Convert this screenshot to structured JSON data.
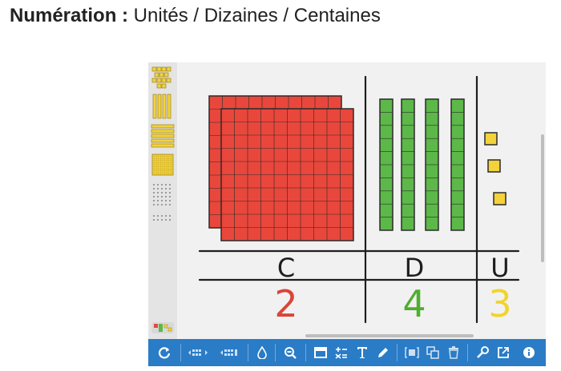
{
  "header": {
    "title_bold": "Numération :",
    "title_rest": " Unités / Dizaines / Centaines"
  },
  "table": {
    "headers": [
      "C",
      "D",
      "U"
    ],
    "values": [
      "2",
      "4",
      "3"
    ]
  },
  "blocks": {
    "hundreds": 2,
    "tens": 4,
    "units": 3
  },
  "colors": {
    "hundreds": "#e9473c",
    "tens": "#5cb848",
    "units": "#f3d23c",
    "digit_c": "#d9453a",
    "digit_d": "#4fae2f",
    "digit_u": "#f2d42a",
    "toolbar": "#2a7cc7"
  },
  "palette": {
    "items": [
      "units-icon",
      "ten-bars-vertical-icon",
      "ten-bars-horizontal-icon",
      "hundred-plate-icon",
      "grid-dots-icon",
      "grid-dots-small-icon",
      "blocks-toggle-icon"
    ]
  },
  "toolbar": {
    "buttons": [
      "reset-icon",
      "shrink-grid-icon",
      "expand-grid-icon",
      "drop-icon",
      "zoom-out-icon",
      "screen-icon",
      "operations-icon",
      "text-icon",
      "pen-icon",
      "group-icon",
      "duplicate-icon",
      "trash-icon",
      "tools-icon",
      "share-icon",
      "info-icon"
    ]
  }
}
